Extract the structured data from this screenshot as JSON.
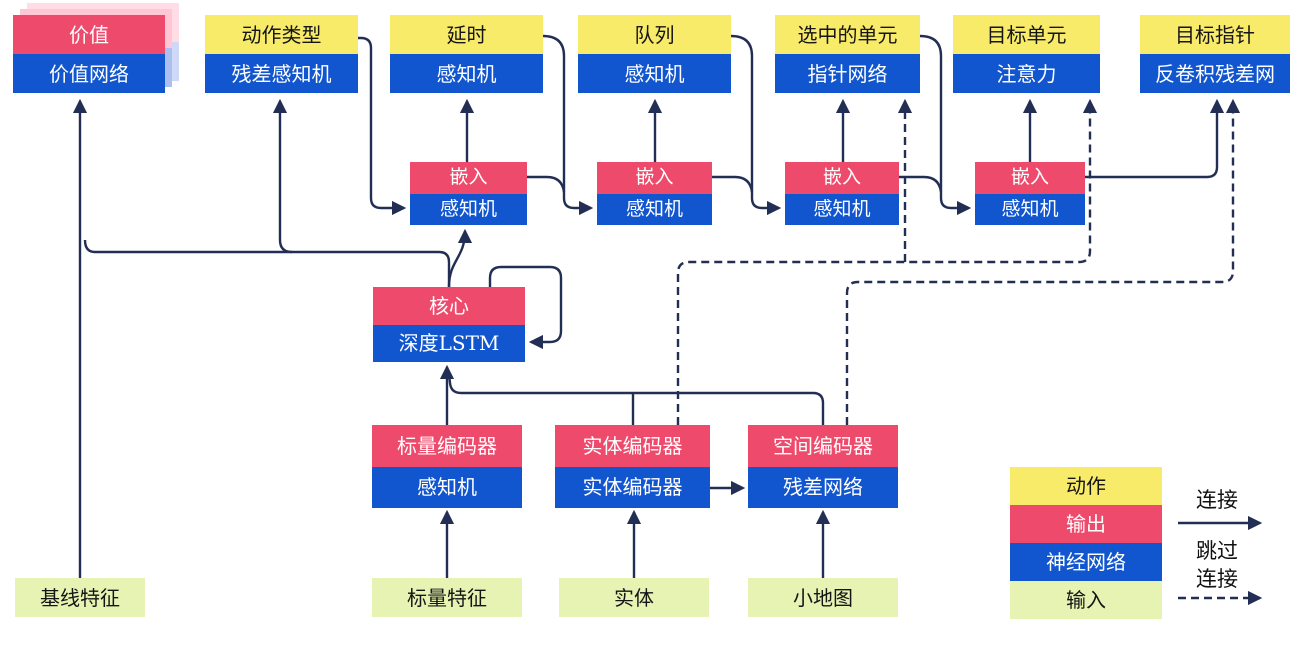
{
  "colors": {
    "action": "#F7EB69",
    "output": "#EE4A6C",
    "network": "#1156CE",
    "input": "#E6F3B2",
    "line": "#232E55",
    "ghost_pink": "#FFC7D6",
    "ghost_pink2": "#FFDCE6",
    "ghost_blue": "#ADBFEF",
    "ghost_blue2": "#CDD9F6"
  },
  "nodes": {
    "value": {
      "top": "价值",
      "bottom": "价值网络"
    },
    "action_type": {
      "top": "动作类型",
      "bottom": "残差感知机"
    },
    "delay": {
      "top": "延时",
      "bottom": "感知机"
    },
    "queue": {
      "top": "队列",
      "bottom": "感知机"
    },
    "selected_units": {
      "top": "选中的单元",
      "bottom": "指针网络"
    },
    "target_unit": {
      "top": "目标单元",
      "bottom": "注意力"
    },
    "target_point": {
      "top": "目标指针",
      "bottom": "反卷积残差网"
    },
    "embedding": {
      "top": "嵌入",
      "bottom": "感知机"
    },
    "core": {
      "top": "核心",
      "bottom": "深度LSTM"
    },
    "scalar_encoder": {
      "top": "标量编码器",
      "bottom": "感知机"
    },
    "entity_encoder": {
      "top": "实体编码器",
      "bottom": "实体编码器"
    },
    "spatial_encoder": {
      "top": "空间编码器",
      "bottom": "残差网络"
    },
    "baseline_features": {
      "label": "基线特征"
    },
    "scalar_features": {
      "label": "标量特征"
    },
    "entities": {
      "label": "实体"
    },
    "minimap": {
      "label": "小地图"
    }
  },
  "legend": {
    "action": "动作",
    "output": "输出",
    "network": "神经网络",
    "input": "输入",
    "solid_arrow": "连接",
    "dashed_arrow_line1": "跳过",
    "dashed_arrow_line2": "连接"
  }
}
